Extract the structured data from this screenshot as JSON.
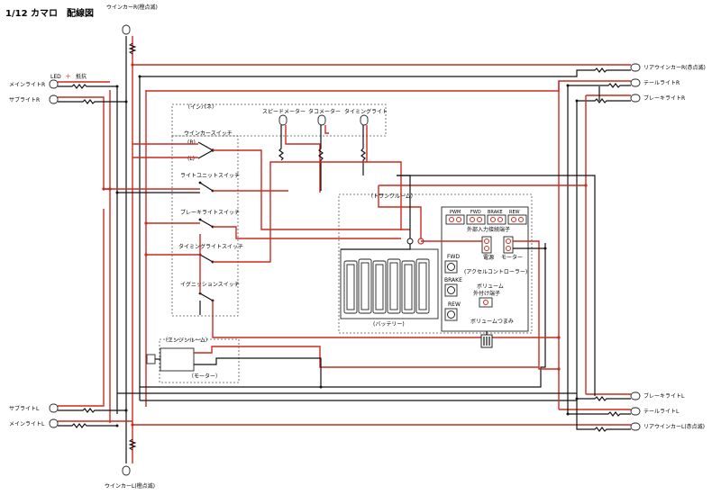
{
  "title": "1/12 カマロ　配線図",
  "legend": {
    "led": "LED",
    "plus": "＋",
    "resistor": "抵抗"
  },
  "front_labels": {
    "main_r": "メインライトR",
    "sub_r": "サブライトR",
    "sub_l": "サブライトL",
    "main_l": "メインライトL",
    "winker_r": "ウインカーR(橙点滅)",
    "winker_l": "ウインカーL(橙点滅)"
  },
  "rear_labels": {
    "rear_winker_r": "リアウインカーR(赤点滅)",
    "tail_r": "テールライトR",
    "brake_r": "ブレーキライトR",
    "brake_l": "ブレーキライトL",
    "tail_l": "テールライトL",
    "rear_winker_l": "リアウインカーL(赤点滅)"
  },
  "panel": {
    "title": "（インパネ）",
    "speedometer": "スピードメーター",
    "tachometer": "タコメーター",
    "timing_light": "タイミングライト"
  },
  "switches": {
    "winker": "ウインカースイッチ",
    "winker_r_mark": "(R)",
    "winker_l_mark": "(L)",
    "light_unit": "ライトユニットスイッチ",
    "brake_light": "ブレーキライトスイッチ",
    "timing_light": "タイミングライトスイッチ",
    "ignition": "イグニッションスイッチ"
  },
  "trunk": {
    "title": "（トランクルーム）",
    "battery": "(バッテリー)",
    "terminals": [
      "PWM",
      "FWD",
      "BRAKE",
      "REW"
    ],
    "external_input": "外部入力接続端子",
    "power": "電源",
    "motor": "モーター",
    "fwd": "FWD",
    "brake": "BRAKE",
    "rew": "REW",
    "accel_controller": "(アクセルコントローラー)",
    "volume_terminal_1": "ボリューム",
    "volume_terminal_2": "外付け端子",
    "volume_knob": "ボリュームつまみ"
  },
  "engine": {
    "title": "（エンジンルーム）",
    "motor": "（モーター）"
  },
  "colors": {
    "red_wire": "#cc2a1e",
    "black_wire": "#111111"
  }
}
